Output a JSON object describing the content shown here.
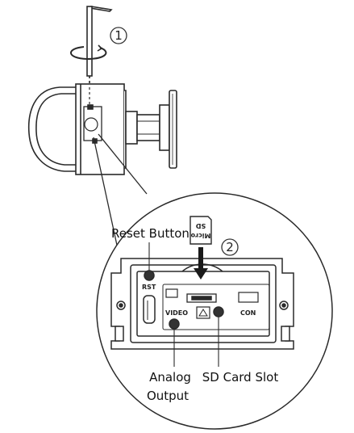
{
  "steps": {
    "step1": "1",
    "step2": "2"
  },
  "labels": {
    "reset_button": "Reset Button",
    "analog_output_line1": "Analog",
    "analog_output_line2": "Output",
    "sd_card_slot": "SD Card Slot"
  },
  "panel_marks": {
    "rst": "RST",
    "video": "VIDEO",
    "con": "CON",
    "card_text_1": "SD",
    "card_text_2": "Micro"
  },
  "colors": {
    "line": "#2a2a2a",
    "port": "#333333"
  }
}
